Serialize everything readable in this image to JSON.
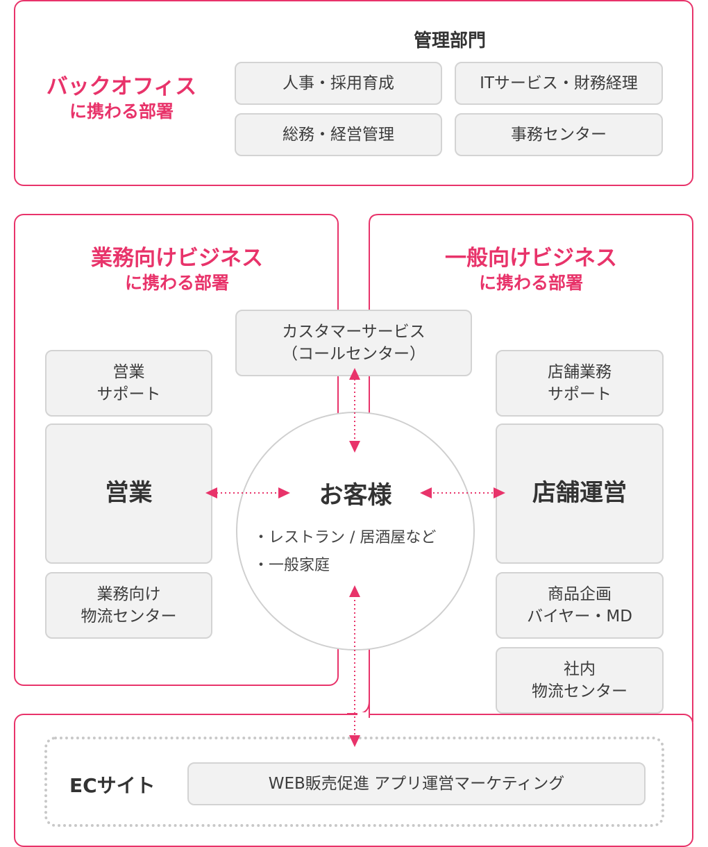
{
  "colors": {
    "accent": "#e8336a",
    "box_bg": "#f2f2f2",
    "box_border": "#d3d3d3"
  },
  "back_office": {
    "title": "バックオフィス",
    "subtitle": "に携わる部署",
    "section_label": "管理部門",
    "departments": [
      "人事・採用育成",
      "ITサービス・財務経理",
      "総務・経営管理",
      "事務センター"
    ]
  },
  "business": {
    "title": "業務向けビジネス",
    "subtitle": "に携わる部署",
    "support": "営業\nサポート",
    "main": "営業",
    "logistics": "業務向け\n物流センター"
  },
  "consumer": {
    "title": "一般向けビジネス",
    "subtitle": "に携わる部署",
    "support": "店舗業務\nサポート",
    "main": "店舗運営",
    "planning": "商品企画\nバイヤー・MD",
    "logistics": "社内\n物流センター"
  },
  "customer_service": "カスタマーサービス\n（コールセンター）",
  "customer": {
    "title": "お客様",
    "items": [
      "・レストラン / 居酒屋など",
      "・一般家庭"
    ]
  },
  "ec": {
    "label": "ECサイト",
    "content": "WEB販売促進 アプリ運営マーケティング"
  }
}
